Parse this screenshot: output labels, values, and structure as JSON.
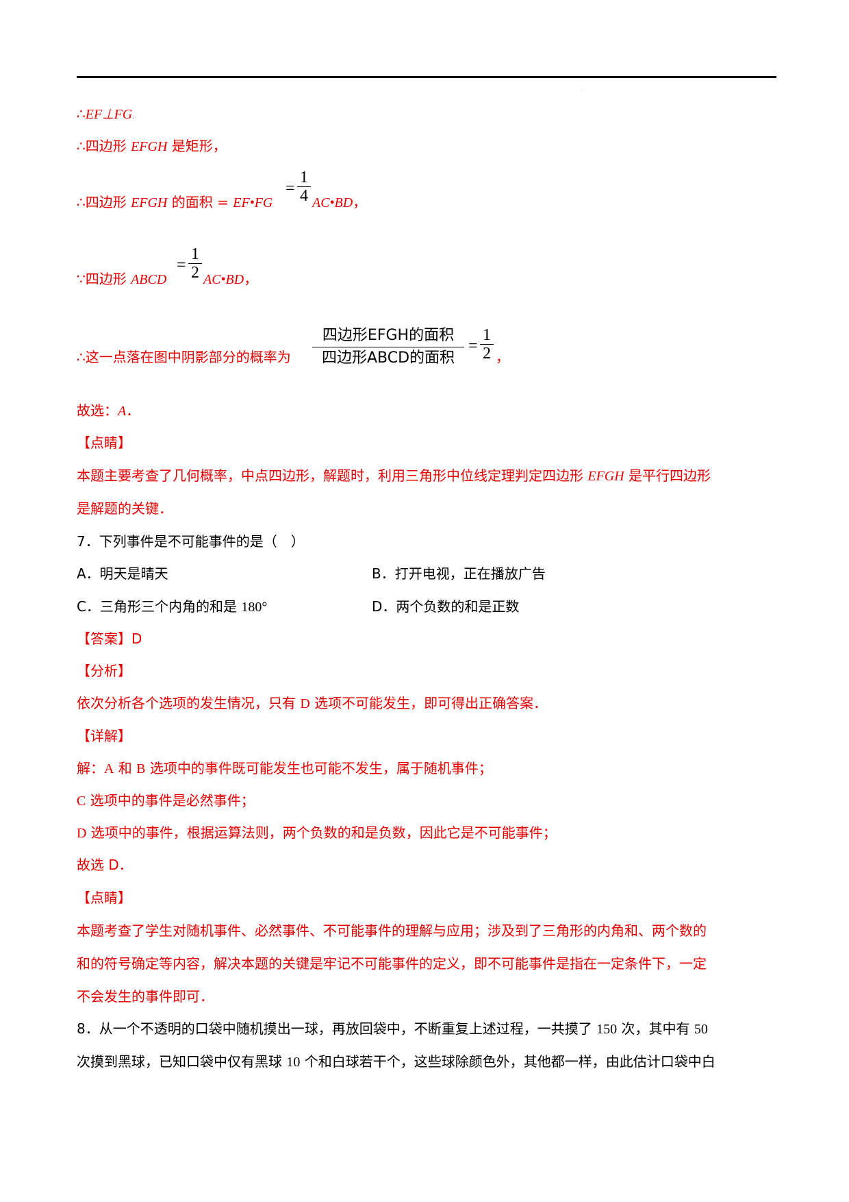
{
  "header": {
    "corner_mark": "."
  },
  "solution6": {
    "l1": {
      "therefore": "∴",
      "expr": "EF⊥FG",
      "dot": "."
    },
    "l2": {
      "prefix": "∴四边形 ",
      "name": "EFGH",
      "suffix": " 是矩形，"
    },
    "l3": {
      "prefix": "∴四边形 ",
      "name": "EFGH",
      "mid": " 的面积 = ",
      "expr": "EF•FG",
      "eq": "=",
      "num": "1",
      "den": "4",
      "tail": "AC•BD",
      "comma": "，"
    },
    "l4": {
      "prefix": "∵四边形 ",
      "name": "ABCD",
      "eq": "=",
      "num": "1",
      "den": "2",
      "tail": "AC•BD",
      "comma": "，"
    },
    "l5": {
      "prefix": "∴这一点落在图中阴影部分的概率为",
      "top": "四边形EFGH的面积",
      "bottom": "四边形ABCD的面积",
      "eq": "=",
      "num": "1",
      "den": "2",
      "comma": "，"
    },
    "l6": {
      "prefix": "故选：",
      "answer": "A",
      "dot": "．"
    },
    "point_label": "【点睛】",
    "point_text_1a": "本题主要考查了几何概率，中点四边形，解题时，利用三角形中位线定理判定四边形 ",
    "point_text_1b": "EFGH",
    "point_text_1c": " 是平行四边形",
    "point_text_2": "是解题的关键．"
  },
  "q7": {
    "stem": "7．下列事件是不可能事件的是（　）",
    "opt_a": "A．明天是晴天",
    "opt_b": "B．打开电视，正在播放广告",
    "opt_c_pre": "C．三角形三个内角的和是 ",
    "opt_c_num": "180°",
    "opt_d": "D．两个负数的和是正数",
    "answer_label": "【答案】",
    "answer": "D",
    "analysis_label": "【分析】",
    "analysis_pre": "依次分析各个选项的发生情况，只有 ",
    "analysis_d": "D",
    "analysis_post": " 选项不可能发生，即可得出正确答案．",
    "detail_label": "【详解】",
    "detail_1_pre": "解：",
    "detail_1_a": "A",
    "detail_1_mid": " 和 ",
    "detail_1_b": "B",
    "detail_1_post": " 选项中的事件既可能发生也可能不发生，属于随机事件；",
    "detail_2_c": "C",
    "detail_2_post": " 选项中的事件是必然事件；",
    "detail_3_d": "D",
    "detail_3_post": " 选项中的事件，根据运算法则，两个负数的和是负数，因此它是不可能事件；",
    "detail_4": "故选 D．",
    "point_label": "【点睛】",
    "point_1": "本题考查了学生对随机事件、必然事件、不可能事件的理解与应用；涉及到了三角形的内角和、两个数的",
    "point_2": "和的符号确定等内容，解决本题的关键是牢记不可能事件的定义，即不可能事件是指在一定条件下，一定",
    "point_3": "不会发生的事件即可．"
  },
  "q8": {
    "l1_pre": "8．从一个不透明的口袋中随机摸出一球，再放回袋中，不断重复上述过程，一共摸了 ",
    "l1_n1": "150",
    "l1_mid": " 次，其中有 ",
    "l1_n2": "50",
    "l2_pre": "次摸到黑球，已知口袋中仅有黑球 ",
    "l2_n": "10",
    "l2_post": " 个和白球若干个，这些球除颜色外，其他都一样，由此估计口袋中白"
  }
}
